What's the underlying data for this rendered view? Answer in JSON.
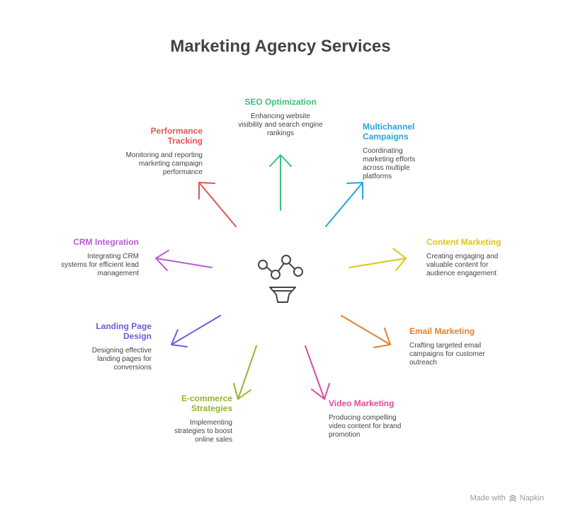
{
  "title": "Marketing Agency Services",
  "items": [
    {
      "id": "seo",
      "label": "SEO Optimization",
      "desc": "Enhancing website visibility and search engine rankings",
      "color": "#3cc07c"
    },
    {
      "id": "multichannel",
      "label": "Multichannel Campaigns",
      "desc": "Coordinating marketing efforts across multiple platforms",
      "color": "#25a5d6"
    },
    {
      "id": "content",
      "label": "Content Marketing",
      "desc": "Creating engaging and valuable content for audience engagement",
      "color": "#dcc51c"
    },
    {
      "id": "email",
      "label": "Email Marketing",
      "desc": "Crafting targeted email campaigns for customer outreach",
      "color": "#e0832e"
    },
    {
      "id": "video",
      "label": "Video Marketing",
      "desc": "Producing compelling video content for brand promotion",
      "color": "#d84c9e"
    },
    {
      "id": "ecommerce",
      "label": "E-commerce Strategies",
      "desc": "Implementing strategies to boost online sales",
      "color": "#93b531"
    },
    {
      "id": "landing",
      "label": "Landing Page Design",
      "desc": "Designing effective landing pages for conversions",
      "color": "#6f5bd6"
    },
    {
      "id": "crm",
      "label": "CRM Integration",
      "desc": "Integrating CRM systems for efficient lead management",
      "color": "#b85ad8"
    },
    {
      "id": "performance",
      "label": "Performance Tracking",
      "desc": "Monitoring and reporting marketing campaign performance",
      "color": "#e05656"
    }
  ],
  "watermark": {
    "prefix": "Made with",
    "brand": "Napkin",
    "icon": "napkin-logo-icon"
  },
  "center_icon": "analytics-funnel-icon"
}
